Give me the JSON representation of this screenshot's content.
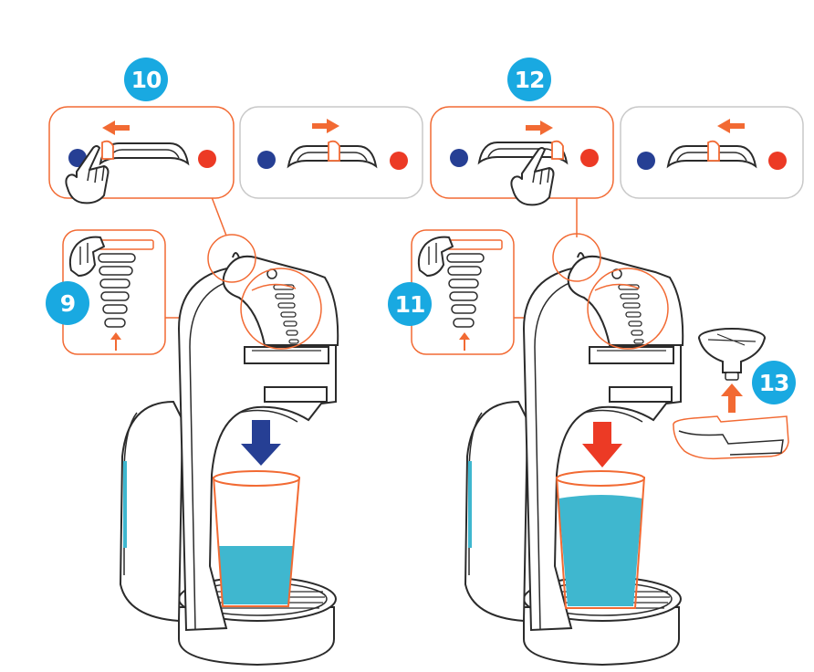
{
  "steps": [
    {
      "number": "10"
    },
    {
      "number": "9"
    },
    {
      "number": "12"
    },
    {
      "number": "11"
    },
    {
      "number": "13"
    }
  ],
  "colors": {
    "accent": "#f26a33",
    "badge": "#19a9e1",
    "cold": "#263f94",
    "hot": "#ec3a25",
    "water": "#3fb7cf",
    "line": "#2b2b2b",
    "panel_border": "#c8c8c8"
  },
  "icons": [
    "hand-pointer-icon",
    "arrow-left-icon",
    "arrow-right-icon",
    "arrow-down-icon",
    "arrow-up-icon",
    "cold-dot-icon",
    "hot-dot-icon"
  ]
}
